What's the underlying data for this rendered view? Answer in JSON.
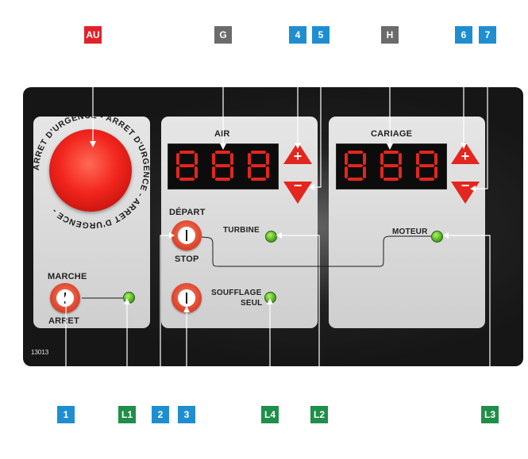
{
  "callouts_top": {
    "au": "AU",
    "g": "G",
    "four": "4",
    "five": "5",
    "h": "H",
    "six": "6",
    "seven": "7"
  },
  "callouts_bottom": {
    "one": "1",
    "l1": "L1",
    "two": "2",
    "three": "3",
    "l4": "L4",
    "l2": "L2",
    "l3": "L3"
  },
  "emergency": {
    "ring_text": "ARRET D'URGENCE - ARRET D'URGENCE - ARRET D'URGENCE - "
  },
  "left_panel": {
    "marche": "MARCHE",
    "arret": "ARRET"
  },
  "middle_panel": {
    "air": "AIR",
    "depart": "DÉPART",
    "stop": "STOP",
    "turbine": "TURBINE",
    "soufflage": "SOUFFLAGE",
    "seul": "SEUL"
  },
  "right_panel": {
    "carriage": "CARIAGE",
    "moteur": "MOTEUR"
  },
  "buttons": {
    "plus": "+",
    "minus": "−"
  },
  "device_code": "13013",
  "colors": {
    "accent_red": "#e3261e",
    "callout_blue": "#1f8ed1",
    "callout_green": "#1f8f4a",
    "callout_gray": "#6b6b6b",
    "led_green": "#53b520"
  }
}
